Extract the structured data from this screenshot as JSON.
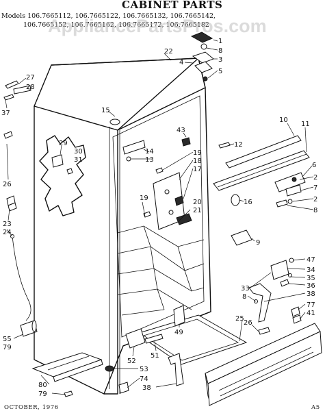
{
  "header": {
    "title": "CABINET PARTS",
    "models_line1": "Models 106.7665112, 106.7665122, 106.7665132, 106.7665142,",
    "models_line2": "106.7665152, 106.7665162, 106.7665172, 106.7665182"
  },
  "watermark": {
    "text": "AppliancePartsPros.com"
  },
  "footer": {
    "date": "OCTOBER, 1976",
    "code": "A5"
  },
  "callouts": [
    {
      "id": "c1",
      "label": "1"
    },
    {
      "id": "c8a",
      "label": "8"
    },
    {
      "id": "c3",
      "label": "3"
    },
    {
      "id": "c4",
      "label": "4"
    },
    {
      "id": "c5",
      "label": "5"
    },
    {
      "id": "c22",
      "label": "22"
    },
    {
      "id": "c27",
      "label": "27"
    },
    {
      "id": "c28",
      "label": "28"
    },
    {
      "id": "c37",
      "label": "37"
    },
    {
      "id": "c15",
      "label": "15"
    },
    {
      "id": "c43",
      "label": "43"
    },
    {
      "id": "c10",
      "label": "10"
    },
    {
      "id": "c11",
      "label": "11"
    },
    {
      "id": "c29",
      "label": "29"
    },
    {
      "id": "c30",
      "label": "30"
    },
    {
      "id": "c31",
      "label": "31"
    },
    {
      "id": "c14",
      "label": "14"
    },
    {
      "id": "c13",
      "label": "13"
    },
    {
      "id": "c12",
      "label": "12"
    },
    {
      "id": "c19a",
      "label": "19"
    },
    {
      "id": "c18",
      "label": "18"
    },
    {
      "id": "c17",
      "label": "17"
    },
    {
      "id": "c6",
      "label": "6"
    },
    {
      "id": "c2a",
      "label": "2"
    },
    {
      "id": "c7",
      "label": "7"
    },
    {
      "id": "c2b",
      "label": "2"
    },
    {
      "id": "c8b",
      "label": "8"
    },
    {
      "id": "c26a",
      "label": "26"
    },
    {
      "id": "c19b",
      "label": "19"
    },
    {
      "id": "c20",
      "label": "20"
    },
    {
      "id": "c21",
      "label": "21"
    },
    {
      "id": "c16",
      "label": "16"
    },
    {
      "id": "c23",
      "label": "23"
    },
    {
      "id": "c24",
      "label": "24"
    },
    {
      "id": "c9",
      "label": "9"
    },
    {
      "id": "c47",
      "label": "47"
    },
    {
      "id": "c34",
      "label": "34"
    },
    {
      "id": "c35",
      "label": "35"
    },
    {
      "id": "c36",
      "label": "36"
    },
    {
      "id": "c38a",
      "label": "38"
    },
    {
      "id": "c33",
      "label": "33"
    },
    {
      "id": "c8c",
      "label": "8"
    },
    {
      "id": "c77",
      "label": "77"
    },
    {
      "id": "c41",
      "label": "41"
    },
    {
      "id": "c26b",
      "label": "26"
    },
    {
      "id": "c25",
      "label": "25"
    },
    {
      "id": "c49",
      "label": "49"
    },
    {
      "id": "c55",
      "label": "55"
    },
    {
      "id": "c79a",
      "label": "79"
    },
    {
      "id": "c52",
      "label": "52"
    },
    {
      "id": "c51",
      "label": "51"
    },
    {
      "id": "c53",
      "label": "53"
    },
    {
      "id": "c74",
      "label": "74"
    },
    {
      "id": "c80",
      "label": "80"
    },
    {
      "id": "c79b",
      "label": "79"
    },
    {
      "id": "c38b",
      "label": "38"
    }
  ]
}
